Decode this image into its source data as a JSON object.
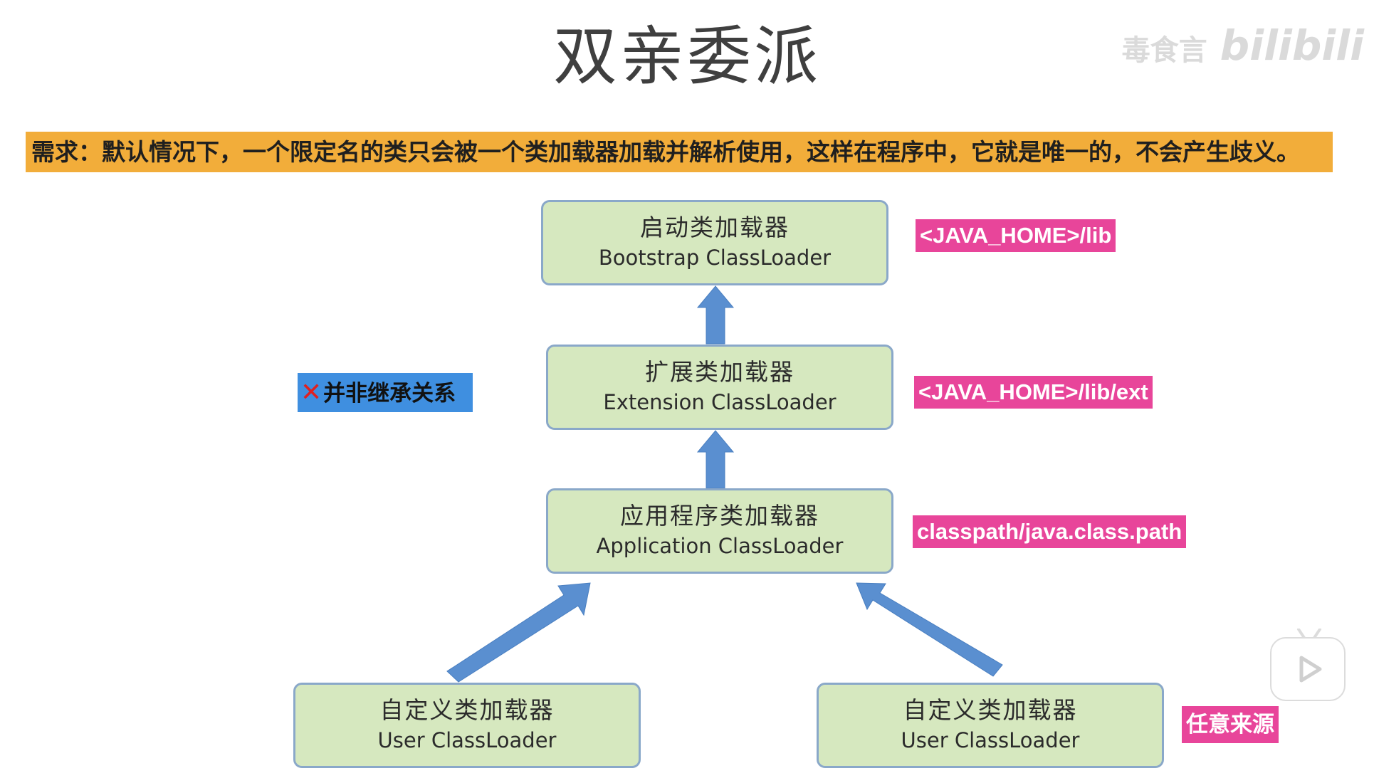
{
  "title": "双亲委派",
  "requirement": "需求：默认情况下，一个限定名的类只会被一个类加载器加载并解析使用，这样在程序中，它就是唯一的，不会产生歧义。",
  "watermark": {
    "text": "毒食言",
    "brand": "bilibili"
  },
  "note": {
    "mark": "✕",
    "text": "并非继承关系",
    "color": "#3f8fe0"
  },
  "loaders": {
    "bootstrap": {
      "cn": "启动类加载器",
      "en": "Bootstrap ClassLoader",
      "tag": "<JAVA_HOME>/lib"
    },
    "extension": {
      "cn": "扩展类加载器",
      "en": "Extension ClassLoader",
      "tag": "<JAVA_HOME>/lib/ext"
    },
    "application": {
      "cn": "应用程序类加载器",
      "en": "Application ClassLoader",
      "tag": "classpath/java.class.path"
    },
    "user_left": {
      "cn": "自定义类加载器",
      "en": "User ClassLoader"
    },
    "user_right": {
      "cn": "自定义类加载器",
      "en": "User ClassLoader",
      "tag": "任意来源"
    }
  },
  "colors": {
    "box_fill": "#d6e8bf",
    "box_border": "#8aa8c9",
    "arrow": "#5a8fd0",
    "tag": "#e8459a",
    "banner": "#f2ad3a"
  },
  "icons": {
    "play": "play-button-icon"
  }
}
